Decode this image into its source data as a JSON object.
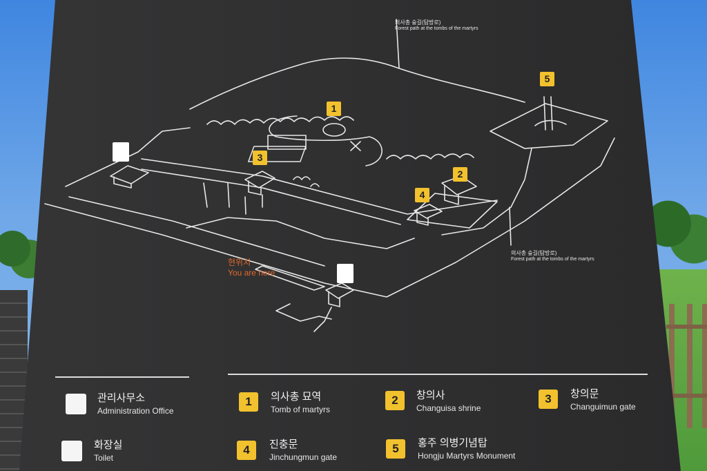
{
  "forest_path_top": {
    "ko": "의사총 숲길(탐방로)",
    "en": "Forest path at the tombs of the martyrs"
  },
  "forest_path_right": {
    "ko": "의사총 숲길(탐방로)",
    "en": "Forest path at the tombs of the martyrs"
  },
  "you_are_here": {
    "ko": "현위치",
    "en": "You are here"
  },
  "map_badges": [
    "1",
    "2",
    "3",
    "4",
    "5"
  ],
  "legend": {
    "office": {
      "ko": "관리사무소",
      "en": "Administration Office",
      "icon": "office-icon"
    },
    "toilet": {
      "ko": "화장실",
      "en": "Toilet",
      "icon": "toilet-icon"
    },
    "items": [
      {
        "num": "1",
        "ko": "의사총 묘역",
        "en": "Tomb of martyrs"
      },
      {
        "num": "2",
        "ko": "창의사",
        "en": "Changuisa shrine"
      },
      {
        "num": "3",
        "ko": "창의문",
        "en": "Changuimun gate"
      },
      {
        "num": "4",
        "ko": "진충문",
        "en": "Jinchungmun gate"
      },
      {
        "num": "5",
        "ko": "홍주 의병기념탑",
        "en": "Hongju Martyrs Monument"
      }
    ]
  },
  "colors": {
    "board": "#2e2e2f",
    "accent": "#f2c12e",
    "here": "#e06a2c",
    "line": "#e8e8e8"
  }
}
